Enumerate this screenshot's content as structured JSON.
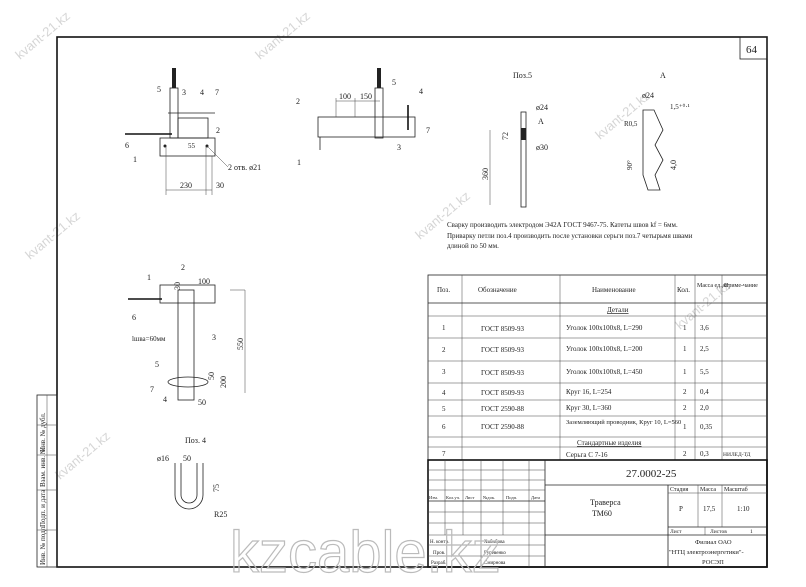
{
  "sheet_number": "64",
  "watermark": {
    "main": "kzcable.kz",
    "repeat": "kvant-21.kz"
  },
  "side_stamp": [
    "Инв. № подл.",
    "Подп. и дата",
    "Взам. инв. №",
    "Инв. № дубл.",
    "Подп. и дата"
  ],
  "view1": {
    "callouts": [
      "5",
      "3",
      "4",
      "7",
      "2",
      "6",
      "1"
    ],
    "holes": "2 отв. ø21",
    "dims": [
      "230",
      "30",
      "55"
    ]
  },
  "view2": {
    "callouts": [
      "2",
      "5",
      "4",
      "7",
      "3",
      "1"
    ],
    "dims": [
      "100",
      "150"
    ]
  },
  "pos5": {
    "title": "Поз.5",
    "d1": "ø24",
    "d2": "ø30",
    "len": "360",
    "seg": "72",
    "mark": "А"
  },
  "detailA": {
    "title": "А",
    "d": "ø24",
    "pitch": "1,5⁺⁰·¹",
    "radius": "R0,5",
    "angle": "90°",
    "depth": "4,0"
  },
  "view3": {
    "callouts": [
      "1",
      "2",
      "6",
      "3",
      "5",
      "7",
      "4"
    ],
    "dims": [
      "30",
      "100",
      "550",
      "50",
      "200",
      "50"
    ],
    "weld": "lшва=60мм"
  },
  "pos4": {
    "title": "Поз. 4",
    "d": "ø16",
    "w": "50",
    "h": "75",
    "r": "R25"
  },
  "notes": [
    "Сварку производить электродом Э42А ГОСТ 9467-75.  Катеты швов kf = 6мм.",
    "Приварку петли поз.4 производить после установки серьги поз.7 четырьмя швами",
    "длиной по 50 мм."
  ],
  "spec": {
    "headers": [
      "Поз.",
      "Обозначение",
      "Наименование",
      "Кол.",
      "Масса ед.,кг",
      "Приме-чание"
    ],
    "section_parts": "Детали",
    "rows": [
      {
        "pos": "1",
        "doc": "ГОСТ 8509-93",
        "name": "Уголок 100х100х8, L=290",
        "qty": "1",
        "mass": "3,6",
        "note": ""
      },
      {
        "pos": "2",
        "doc": "ГОСТ 8509-93",
        "name": "Уголок 100х100х8, L=200",
        "qty": "1",
        "mass": "2,5",
        "note": ""
      },
      {
        "pos": "3",
        "doc": "ГОСТ 8509-93",
        "name": "Уголок 100х100х8, L=450",
        "qty": "1",
        "mass": "5,5",
        "note": ""
      },
      {
        "pos": "4",
        "doc": "ГОСТ 8509-93",
        "name": "Круг 16, L=254",
        "qty": "2",
        "mass": "0,4",
        "note": ""
      },
      {
        "pos": "5",
        "doc": "ГОСТ 2590-88",
        "name": "Круг 30, L=360",
        "qty": "2",
        "mass": "2,0",
        "note": ""
      },
      {
        "pos": "6",
        "doc": "ГОСТ 2590-88",
        "name": "Заземляющий проводник, Круг 10, L=560",
        "qty": "1",
        "mass": "0,35",
        "note": ""
      }
    ],
    "section_std": "Стандартные изделия",
    "std_rows": [
      {
        "pos": "7",
        "doc": "",
        "name": "Серьга С 7-16",
        "qty": "2",
        "mass": "0,3",
        "note": "НИЛЕД-ТД"
      }
    ]
  },
  "title_block": {
    "designation": "27.0002-25",
    "name1": "Траверса",
    "name2": "ТМ60",
    "stage_label": "Стадия",
    "mass_label": "Масса",
    "scale_label": "Масштаб",
    "stage": "Р",
    "mass": "17,5",
    "scale": "1:10",
    "sheet_label": "Лист",
    "sheets_label": "Листов",
    "sheets": "1",
    "org1": "Филиал ОАО",
    "org2": "\"НТЦ электроэнергетики\"-",
    "org3": "РОСЭП",
    "change_cols": [
      "Изм.",
      "Кол.уч.",
      "Лист",
      "№док.",
      "Подп.",
      "Дата"
    ],
    "signers": [
      {
        "role": "Н. контр.",
        "name": "Хабибова"
      },
      {
        "role": "Пров.",
        "name": "Гуревенко"
      },
      {
        "role": "Разраб.",
        "name": "Смирнова"
      }
    ]
  }
}
